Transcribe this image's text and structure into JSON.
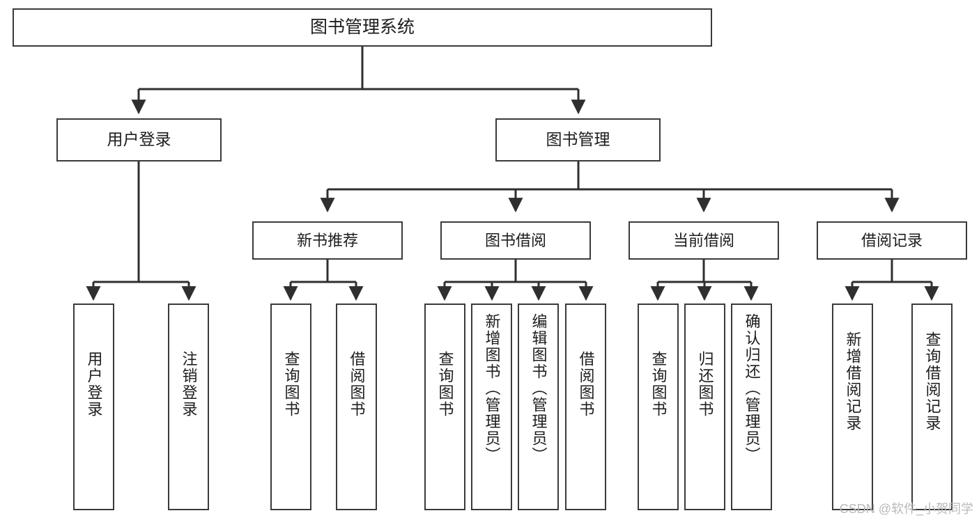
{
  "diagram": {
    "title": "图书管理系统",
    "type": "tree",
    "watermark": "CSDN @软件_小贺同学",
    "colors": {
      "box_border": "#3a3a3a",
      "box_fill": "#ffffff",
      "edge": "#2f2f2f",
      "text": "#1d1d1d",
      "watermark": "#b9b9b9",
      "background": "#ffffff"
    },
    "root": {
      "label": "图书管理系统"
    },
    "level2": [
      {
        "label": "用户登录"
      },
      {
        "label": "图书管理"
      }
    ],
    "level3": [
      {
        "label": "新书推荐"
      },
      {
        "label": "图书借阅"
      },
      {
        "label": "当前借阅"
      },
      {
        "label": "借阅记录"
      }
    ],
    "leaves": {
      "user_login": [
        {
          "label": "用户登录"
        },
        {
          "label": "注销登录"
        }
      ],
      "new_book_recommend": [
        {
          "label": "查询图书"
        },
        {
          "label": "借阅图书"
        }
      ],
      "book_borrow": [
        {
          "label": "查询图书"
        },
        {
          "label": "新增图书（管理员）"
        },
        {
          "label": "编辑图书（管理员）"
        },
        {
          "label": "借阅图书"
        }
      ],
      "current_borrow": [
        {
          "label": "查询图书"
        },
        {
          "label": "归还图书"
        },
        {
          "label": "确认归还（管理员）"
        }
      ],
      "borrow_record": [
        {
          "label": "新增借阅记录"
        },
        {
          "label": "查询借阅记录"
        }
      ]
    }
  }
}
